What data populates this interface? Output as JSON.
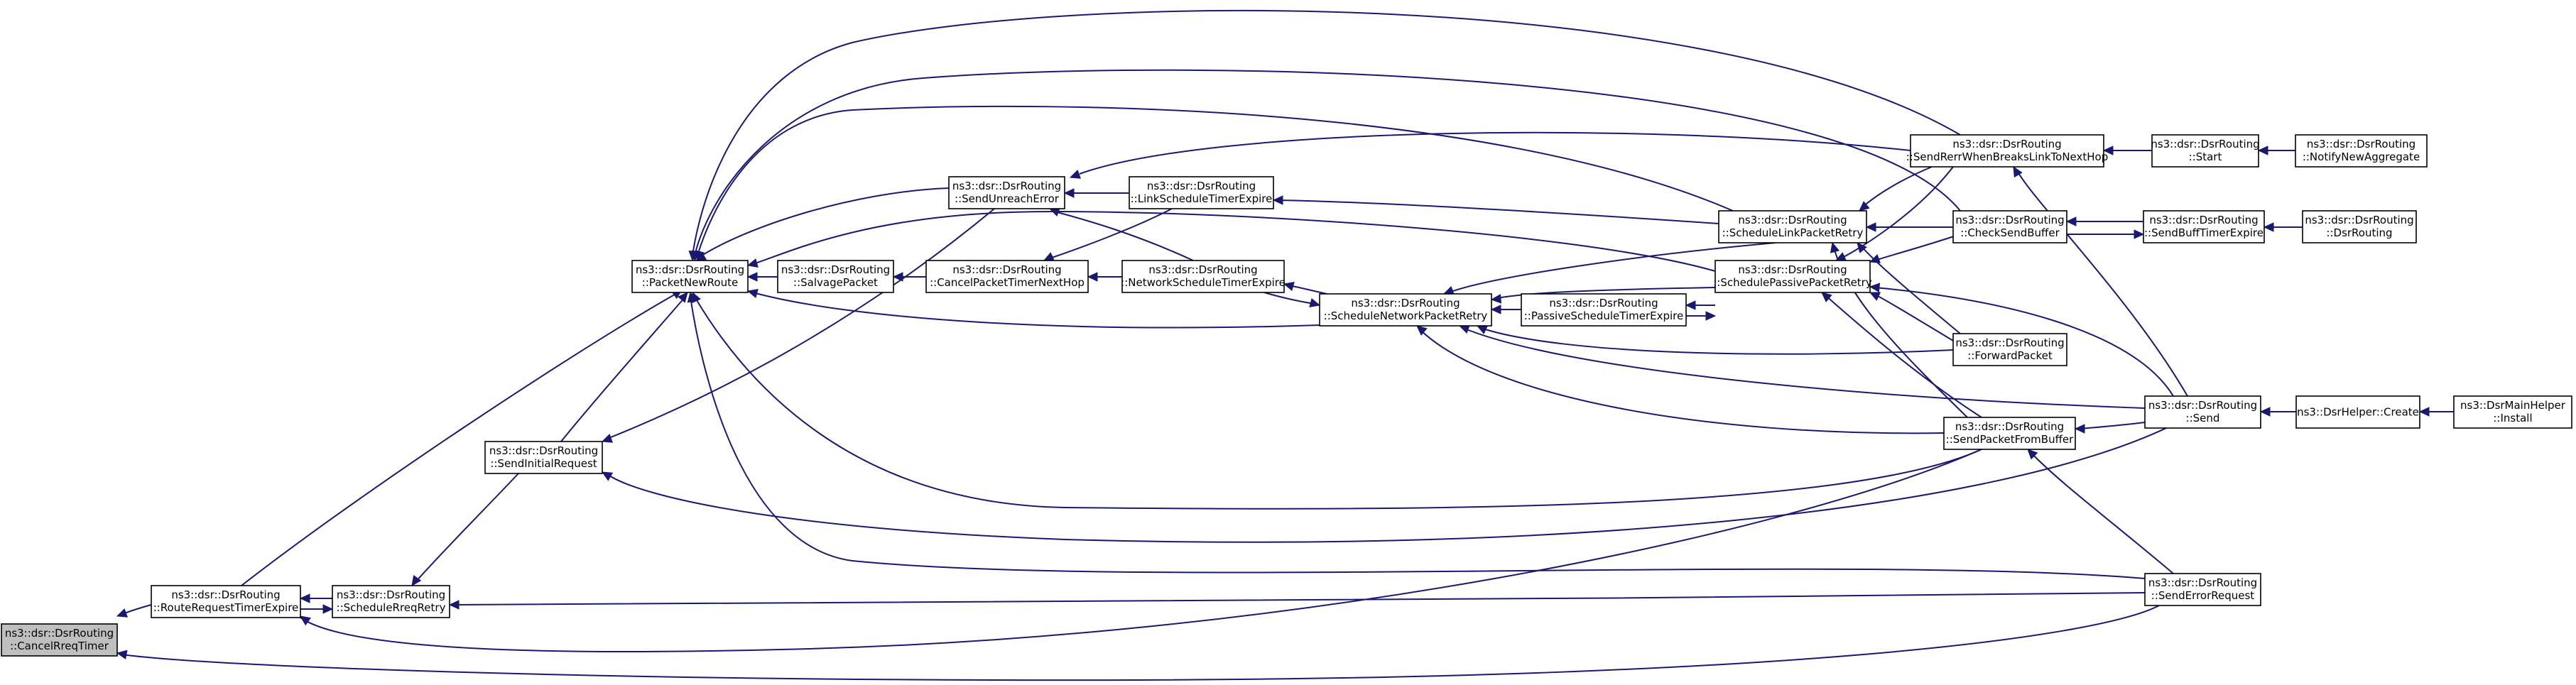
{
  "graph": {
    "nodes": [
      {
        "id": "n_cancel",
        "lines": [
          "ns3::dsr::DsrRouting",
          "::CancelRreqTimer"
        ],
        "focus": true
      },
      {
        "id": "n_rrte",
        "lines": [
          "ns3::dsr::DsrRouting",
          "::RouteRequestTimerExpire"
        ]
      },
      {
        "id": "n_srr",
        "lines": [
          "ns3::dsr::DsrRouting",
          "::ScheduleRreqRetry"
        ]
      },
      {
        "id": "n_sir",
        "lines": [
          "ns3::dsr::DsrRouting",
          "::SendInitialRequest"
        ]
      },
      {
        "id": "n_pnr",
        "lines": [
          "ns3::dsr::DsrRouting",
          "::PacketNewRoute"
        ]
      },
      {
        "id": "n_salv",
        "lines": [
          "ns3::dsr::DsrRouting",
          "::SalvagePacket"
        ]
      },
      {
        "id": "n_sue",
        "lines": [
          "ns3::dsr::DsrRouting",
          "::SendUnreachError"
        ]
      },
      {
        "id": "n_cptnh",
        "lines": [
          "ns3::dsr::DsrRouting",
          "::CancelPacketTimerNextHop"
        ]
      },
      {
        "id": "n_lste",
        "lines": [
          "ns3::dsr::DsrRouting",
          "::LinkScheduleTimerExpire"
        ]
      },
      {
        "id": "n_nste",
        "lines": [
          "ns3::dsr::DsrRouting",
          "::NetworkScheduleTimerExpire"
        ]
      },
      {
        "id": "n_snpr",
        "lines": [
          "ns3::dsr::DsrRouting",
          "::ScheduleNetworkPacketRetry"
        ]
      },
      {
        "id": "n_pste",
        "lines": [
          "ns3::dsr::DsrRouting",
          "::PassiveScheduleTimerExpire"
        ]
      },
      {
        "id": "n_slpr",
        "lines": [
          "ns3::dsr::DsrRouting",
          "::ScheduleLinkPacketRetry"
        ]
      },
      {
        "id": "n_sppr",
        "lines": [
          "ns3::dsr::DsrRouting",
          "::SchedulePassivePacketRetry"
        ]
      },
      {
        "id": "n_srerr",
        "lines": [
          "ns3::dsr::DsrRouting",
          "::SendRerrWhenBreaksLinkToNextHop"
        ]
      },
      {
        "id": "n_csb",
        "lines": [
          "ns3::dsr::DsrRouting",
          "::CheckSendBuffer"
        ]
      },
      {
        "id": "n_fwd",
        "lines": [
          "ns3::dsr::DsrRouting",
          "::ForwardPacket"
        ]
      },
      {
        "id": "n_spfb",
        "lines": [
          "ns3::dsr::DsrRouting",
          "::SendPacketFromBuffer"
        ]
      },
      {
        "id": "n_send",
        "lines": [
          "ns3::dsr::DsrRouting",
          "::Send"
        ]
      },
      {
        "id": "n_ser",
        "lines": [
          "ns3::dsr::DsrRouting",
          "::SendErrorRequest"
        ]
      },
      {
        "id": "n_start",
        "lines": [
          "ns3::dsr::DsrRouting",
          "::Start"
        ]
      },
      {
        "id": "n_nna",
        "lines": [
          "ns3::dsr::DsrRouting",
          "::NotifyNewAggregate"
        ]
      },
      {
        "id": "n_sbte",
        "lines": [
          "ns3::dsr::DsrRouting",
          "::SendBuffTimerExpire"
        ]
      },
      {
        "id": "n_ctor",
        "lines": [
          "ns3::dsr::DsrRouting",
          "::DsrRouting"
        ]
      },
      {
        "id": "n_create",
        "lines": [
          "ns3::DsrHelper::Create"
        ]
      },
      {
        "id": "n_install",
        "lines": [
          "ns3::DsrMainHelper",
          "::Install"
        ]
      }
    ],
    "edges": [
      {
        "from": "n_rrte",
        "to": "n_cancel"
      },
      {
        "from": "n_ser",
        "to": "n_cancel"
      },
      {
        "from": "n_srr",
        "to": "n_rrte"
      },
      {
        "from": "n_rrte",
        "to": "n_srr"
      },
      {
        "from": "n_spfb",
        "to": "n_rrte"
      },
      {
        "from": "n_rrte",
        "to": "n_pnr"
      },
      {
        "from": "n_sir",
        "to": "n_srr"
      },
      {
        "from": "n_ser",
        "to": "n_srr"
      },
      {
        "from": "n_sir",
        "to": "n_pnr"
      },
      {
        "from": "n_sue",
        "to": "n_sir"
      },
      {
        "from": "n_send",
        "to": "n_sir"
      },
      {
        "from": "n_salv",
        "to": "n_pnr"
      },
      {
        "from": "n_sue",
        "to": "n_pnr"
      },
      {
        "from": "n_snpr",
        "to": "n_pnr"
      },
      {
        "from": "n_srerr",
        "to": "n_pnr"
      },
      {
        "from": "n_csb",
        "to": "n_pnr"
      },
      {
        "from": "n_slpr",
        "to": "n_pnr"
      },
      {
        "from": "n_sppr",
        "to": "n_pnr"
      },
      {
        "from": "n_spfb",
        "to": "n_pnr"
      },
      {
        "from": "n_ser",
        "to": "n_pnr"
      },
      {
        "from": "n_cptnh",
        "to": "n_salv"
      },
      {
        "from": "n_lste",
        "to": "n_sue"
      },
      {
        "from": "n_nste",
        "to": "n_sue"
      },
      {
        "from": "n_srerr",
        "to": "n_sue"
      },
      {
        "from": "n_lste",
        "to": "n_cptnh"
      },
      {
        "from": "n_nste",
        "to": "n_cptnh"
      },
      {
        "from": "n_slpr",
        "to": "n_lste"
      },
      {
        "from": "n_snpr",
        "to": "n_nste"
      },
      {
        "from": "n_nste",
        "to": "n_snpr"
      },
      {
        "from": "n_pste",
        "to": "n_snpr"
      },
      {
        "from": "n_slpr",
        "to": "n_snpr"
      },
      {
        "from": "n_sppr",
        "to": "n_snpr"
      },
      {
        "from": "n_fwd",
        "to": "n_snpr"
      },
      {
        "from": "n_spfb",
        "to": "n_snpr"
      },
      {
        "from": "n_send",
        "to": "n_snpr"
      },
      {
        "from": "n_sppr",
        "to": "n_pste"
      },
      {
        "from": "n_pste",
        "to": "n_sppr"
      },
      {
        "from": "n_srerr",
        "to": "n_slpr"
      },
      {
        "from": "n_csb",
        "to": "n_slpr"
      },
      {
        "from": "n_fwd",
        "to": "n_slpr"
      },
      {
        "from": "n_spfb",
        "to": "n_slpr"
      },
      {
        "from": "n_srerr",
        "to": "n_sppr"
      },
      {
        "from": "n_csb",
        "to": "n_sppr"
      },
      {
        "from": "n_fwd",
        "to": "n_sppr"
      },
      {
        "from": "n_spfb",
        "to": "n_sppr"
      },
      {
        "from": "n_send",
        "to": "n_sppr"
      },
      {
        "from": "n_send",
        "to": "n_spfb"
      },
      {
        "from": "n_ser",
        "to": "n_spfb"
      },
      {
        "from": "n_start",
        "to": "n_srerr"
      },
      {
        "from": "n_send",
        "to": "n_srerr"
      },
      {
        "from": "n_sbte",
        "to": "n_csb"
      },
      {
        "from": "n_csb",
        "to": "n_sbte"
      },
      {
        "from": "n_nna",
        "to": "n_start"
      },
      {
        "from": "n_ctor",
        "to": "n_sbte"
      },
      {
        "from": "n_create",
        "to": "n_send"
      },
      {
        "from": "n_install",
        "to": "n_create"
      }
    ]
  }
}
